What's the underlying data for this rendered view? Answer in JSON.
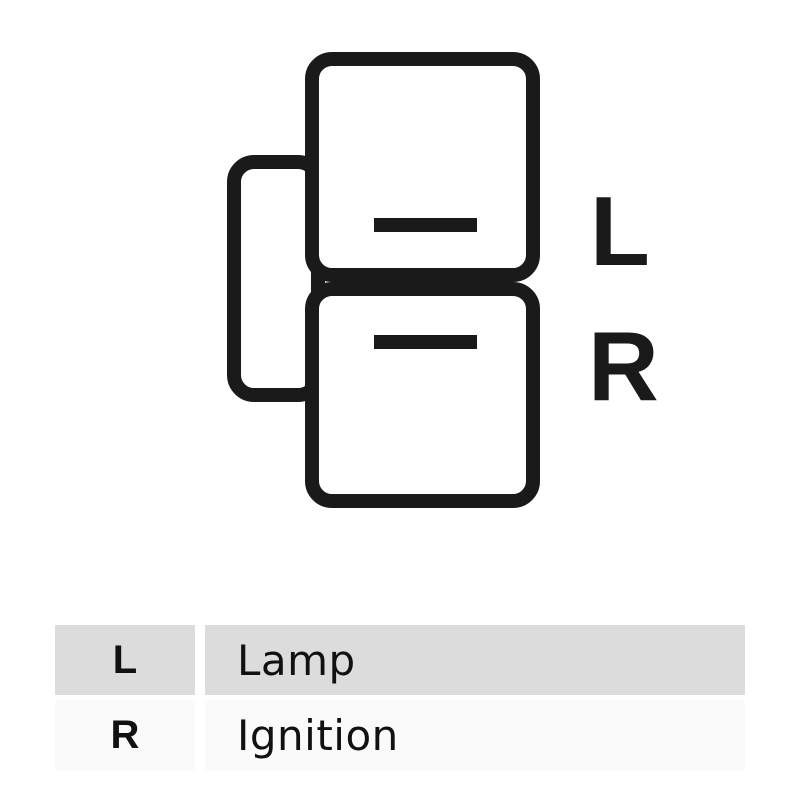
{
  "diagram": {
    "terminal_labels": [
      "L",
      "R"
    ],
    "stroke_color": "#1a1a1a"
  },
  "legend": {
    "rows": [
      {
        "code": "L",
        "description": "Lamp"
      },
      {
        "code": "R",
        "description": "Ignition"
      }
    ],
    "row_colors": [
      "#dcdcdc",
      "#fafafa"
    ]
  }
}
